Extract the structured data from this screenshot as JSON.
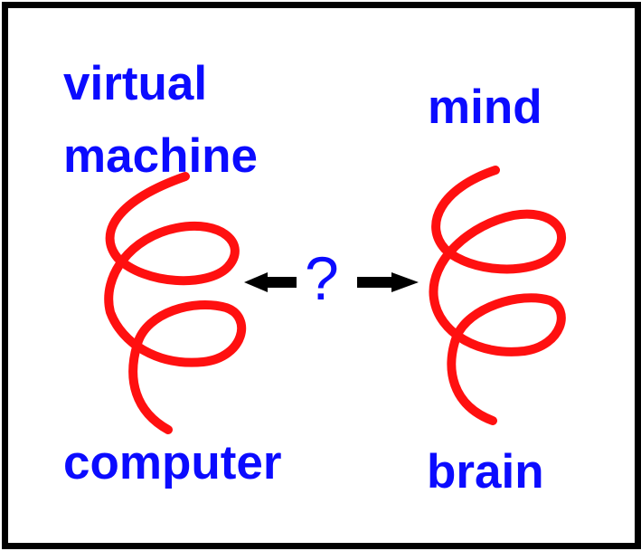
{
  "labels": {
    "virtual_line1": "virtual",
    "virtual_line2": "machine",
    "mind": "mind",
    "computer": "computer",
    "brain": "brain",
    "question": "?"
  },
  "colors": {
    "label_text": "#0b0bff",
    "spiral": "#ff1010",
    "arrow": "#000000",
    "frame": "#000000",
    "background": "#ffffff"
  },
  "icons": {
    "left_spiral": "coil-icon",
    "right_spiral": "coil-icon",
    "left_arrow": "arrow-left-icon",
    "right_arrow": "arrow-right-icon"
  }
}
